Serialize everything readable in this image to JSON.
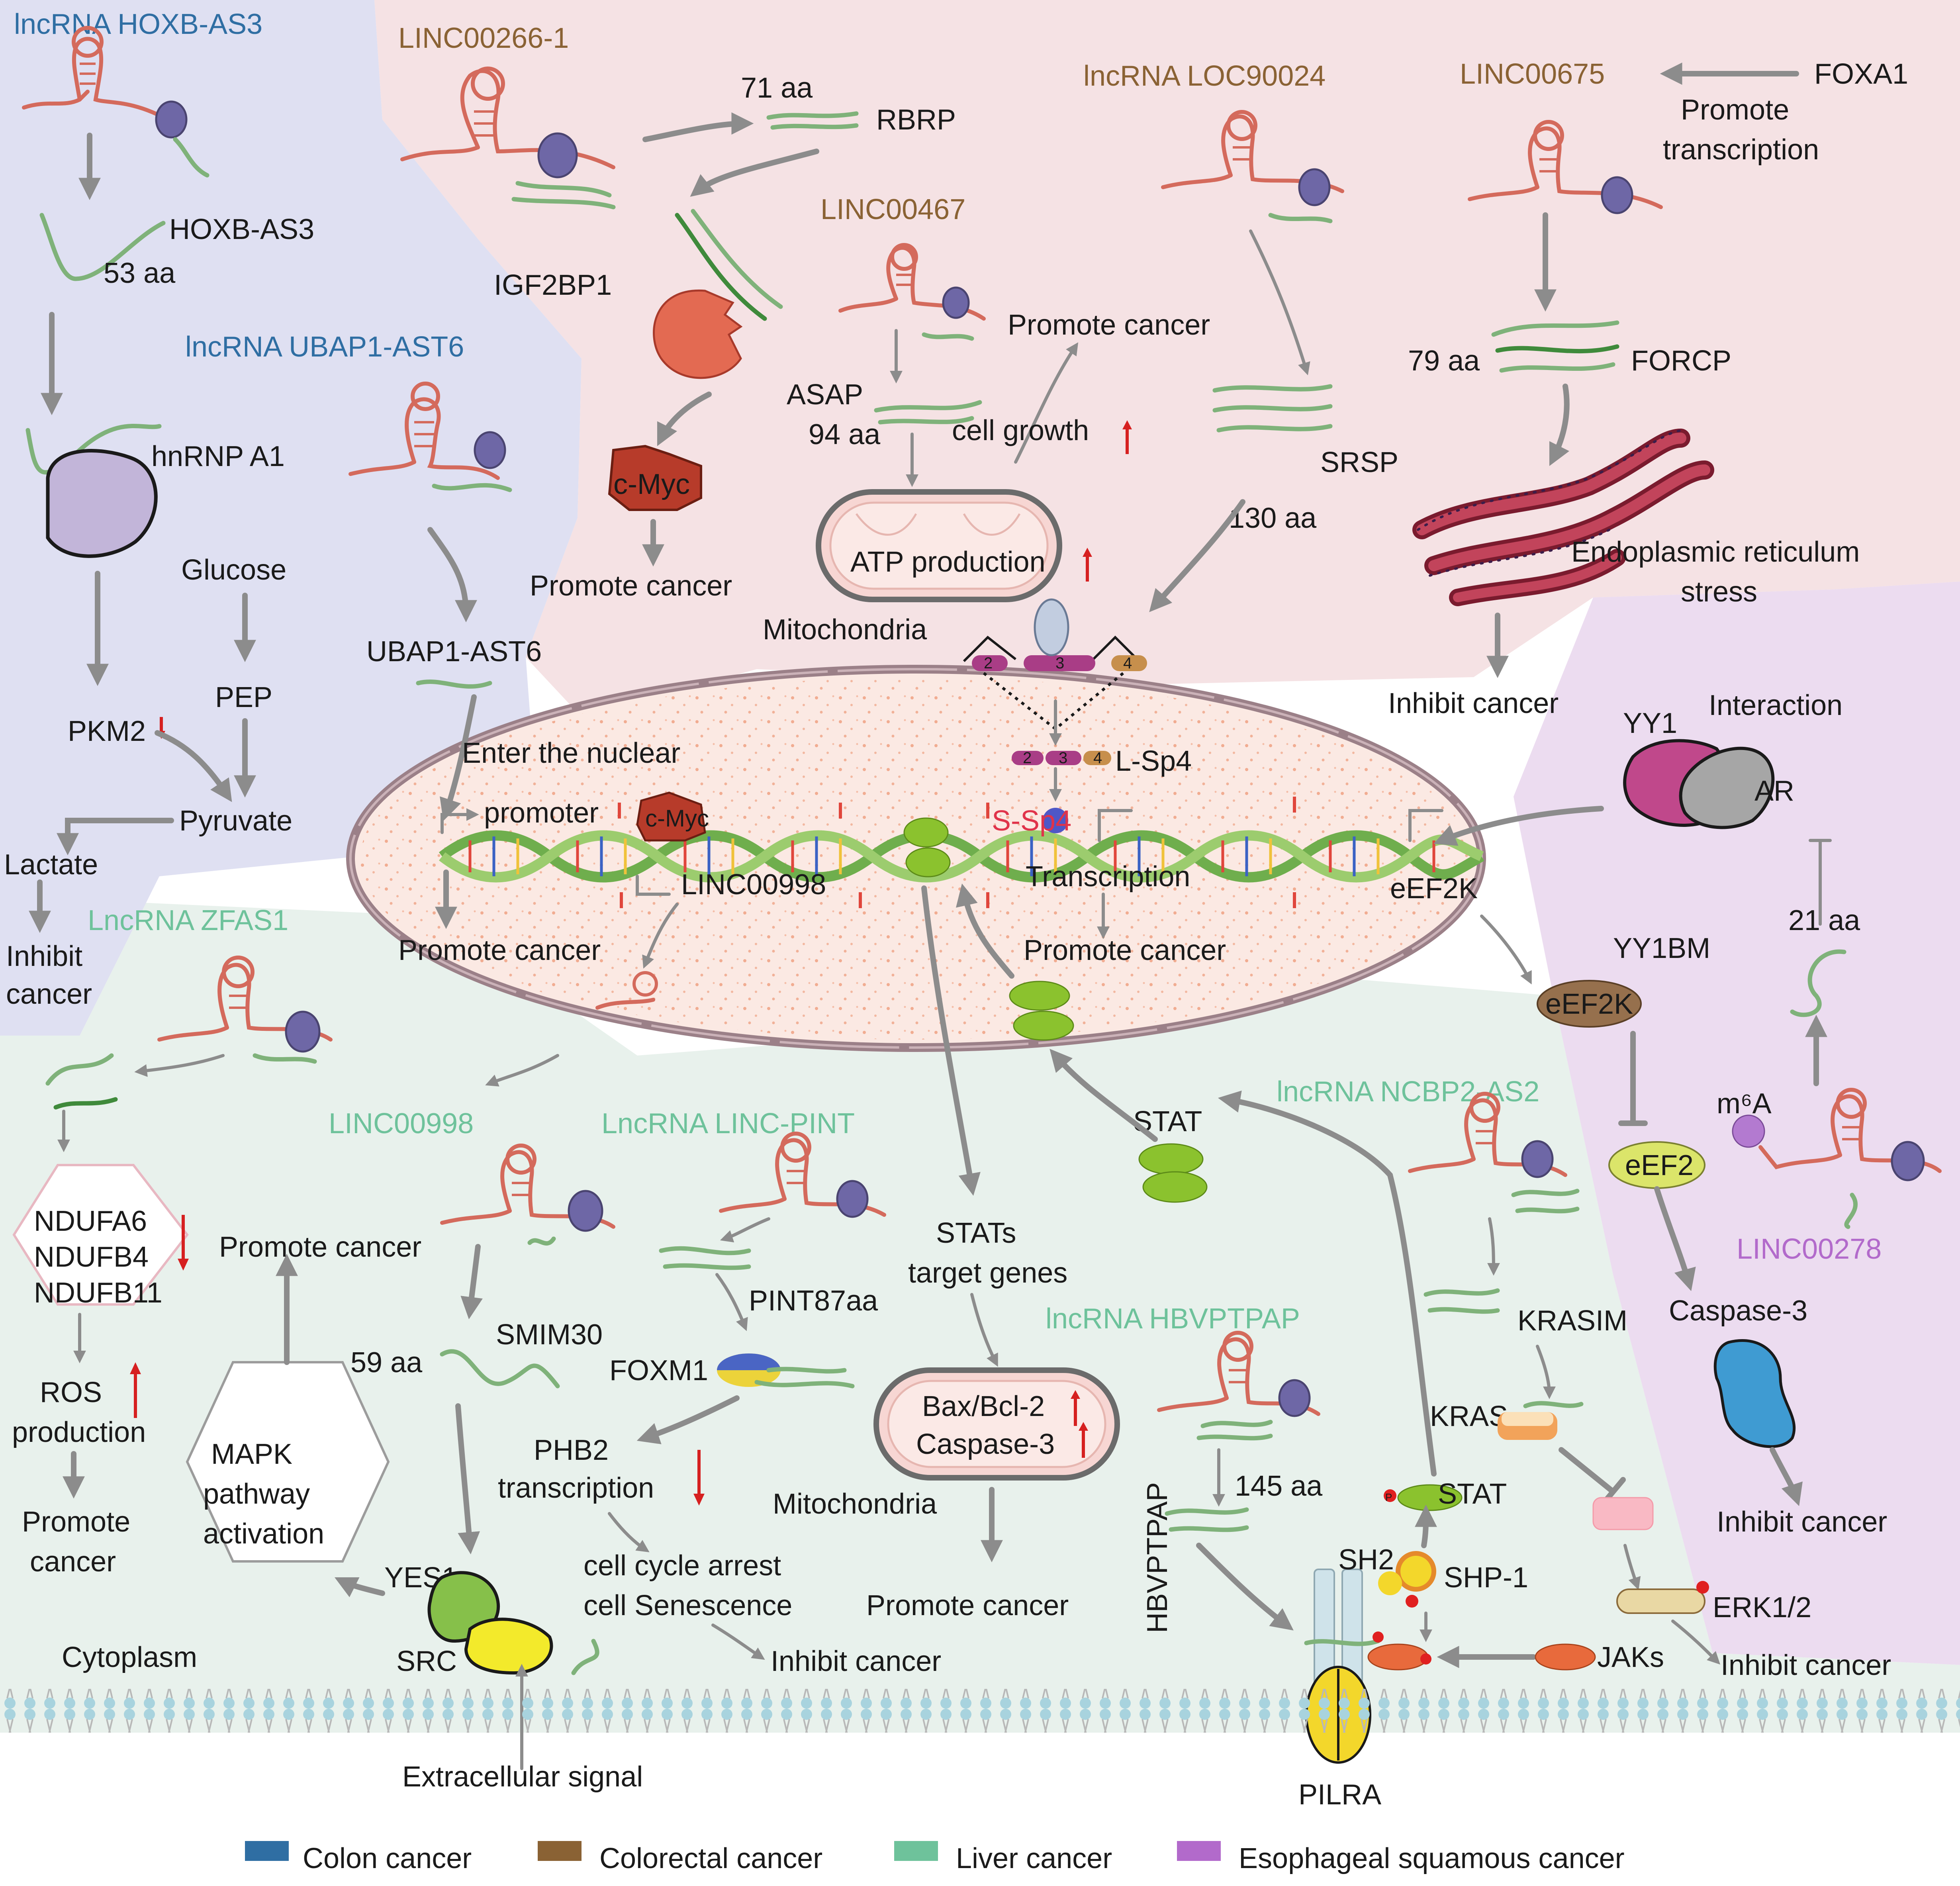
{
  "figure": {
    "colon": {
      "hoxb_title": "lncRNA HOXB-AS3",
      "hoxb_peptide": "HOXB-AS3",
      "hoxb_length": "53 aa",
      "hnrnp": "hnRNP A1",
      "glucose": "Glucose",
      "pep": "PEP",
      "pkm2": "PKM2",
      "pyruvate": "Pyruvate",
      "lactate": "Lactate",
      "inhibit_cancer_1": "Inhibit",
      "inhibit_cancer_2": "cancer",
      "ubap_title": "lncRNA UBAP1-AST6",
      "ubap_peptide": "UBAP1-AST6",
      "enter_nuclear": "Enter the nuclear"
    },
    "colorectal": {
      "linc266_title": "LINC00266-1",
      "rbrp_length": "71 aa",
      "rbrp": "RBRP",
      "igf2bp1": "IGF2BP1",
      "cmyc": "c-Myc",
      "promote_cancer": "Promote cancer",
      "linc467_title": "LINC00467",
      "asap": "ASAP",
      "asap_length": "94 aa",
      "promote_cancer_2": "Promote cancer",
      "cell_growth": "cell growth",
      "atp": "ATP production",
      "mitochondria": "Mitochondria",
      "loc_title": "lncRNA LOC90024",
      "srsp": "SRSP",
      "srsp_length": "130 aa",
      "linc675_title": "LINC00675",
      "foxa1": "FOXA1",
      "promote_transcription_1": "Promote",
      "promote_transcription_2": "transcription",
      "forcp_length": "79 aa",
      "forcp": "FORCP",
      "er_stress_1": "Endoplasmic reticulum",
      "er_stress_2": "stress",
      "inhibit_cancer": "Inhibit cancer"
    },
    "nucleus": {
      "promoter": "promoter",
      "cmyc": "c-Myc",
      "linc998": "LINC00998",
      "promote_cancer": "Promote cancer",
      "lsp4": "L-Sp4",
      "ssp4": "S-Sp4",
      "transcription": "Transcription",
      "promote_cancer_2": "Promote cancer",
      "eef2k": "eEF2K",
      "exon_2": "2",
      "exon_3": "3",
      "exon_4": "4"
    },
    "escc": {
      "yy1": "YY1",
      "interaction": "Interaction",
      "ar": "AR",
      "yy1bm": "YY1BM",
      "length": "21 aa",
      "eef2k": "eEF2K",
      "eef2": "eEF2",
      "m6a": "m⁶A",
      "linc278": "LINC00278",
      "caspase": "Caspase-3",
      "inhibit_cancer": "Inhibit cancer"
    },
    "liver": {
      "zfas_title": "LncRNA ZFAS1",
      "ndufa6": "NDUFA6",
      "ndufb4": "NDUFB4",
      "ndufb11": "NDUFB11",
      "ros_1": "ROS",
      "ros_2": "production",
      "promote_1": "Promote",
      "promote_2": "cancer",
      "mapk_1": "MAPK",
      "mapk_2": "pathway",
      "mapk_3": "activation",
      "promote_cancer_mapk": "Promote cancer",
      "linc998_title": "LINC00998",
      "smim30": "SMIM30",
      "smim30_length": "59 aa",
      "yes1": "YES1",
      "src": "SRC",
      "cytoplasm": "Cytoplasm",
      "extracellular": "Extracellular signal",
      "pint_title": "LncRNA LINC-PINT",
      "pint87": "PINT87aa",
      "foxm1": "FOXM1",
      "phb2_1": "PHB2",
      "phb2_2": "transcription",
      "cell_cycle_1": "cell cycle arrest",
      "cell_cycle_2": "cell Senescence",
      "inhibit_cancer": "Inhibit cancer",
      "stats_1": "STATs",
      "stats_2": "target genes",
      "bax": "Bax/Bcl-2",
      "caspase": "Caspase-3",
      "mitochondria": "Mitochondria",
      "promote_cancer_mito": "Promote cancer",
      "stat_top": "STAT",
      "hbv_title": "lncRNA HBVPTPAP",
      "hbv_peptide": "HBVPTPAP",
      "hbv_length": "145 aa",
      "stat_low": "STAT",
      "sh2": "SH2",
      "shp1": "SHP-1",
      "pilra": "PILRA",
      "jaks": "JAKs",
      "ncbp_title": "lncRNA NCBP2-AS2",
      "krasim": "KRASIM",
      "kras": "KRAS",
      "erk": "ERK1/2",
      "inhibit_cancer_2": "Inhibit cancer",
      "phospho": "P"
    }
  },
  "legend": [
    {
      "label": "Colon cancer",
      "color": "#2f6ea3"
    },
    {
      "label": "Colorectal cancer",
      "color": "#8a6234"
    },
    {
      "label": "Liver cancer",
      "color": "#6ec29b"
    },
    {
      "label": "Esophageal squamous cancer",
      "color": "#b26acb"
    }
  ],
  "colors": {
    "colon_region": "#dfe0f2",
    "colorectal_region": "#f5e2e4",
    "liver_region": "#e8f1ec",
    "escc_region": "#ecdcf0",
    "rna": "#d46a5c",
    "peptide": "#7fb27a",
    "arrow": "#8c8c8c",
    "nucleus": "#fbe9e3"
  }
}
